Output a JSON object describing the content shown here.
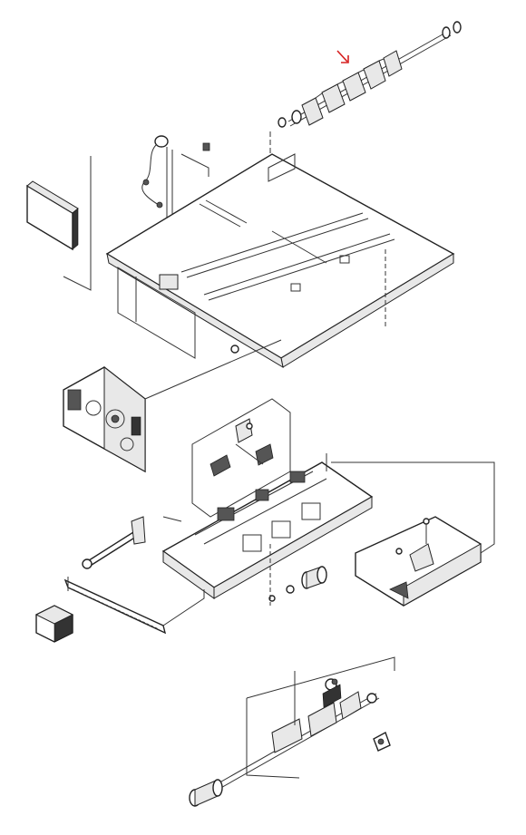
{
  "diagram": {
    "kind": "exploded-parts-view",
    "accent_color": "#d62020",
    "callout_indicator": "red-arrow",
    "parts": [
      "feed-roller-shaft",
      "tray-base-plate",
      "side-cover-panel",
      "sensor-harness",
      "drive-gear-assembly",
      "pcb-sub-assembly",
      "lifter-frame",
      "link-arm",
      "guide-rail",
      "connector-block",
      "roller-sleeve",
      "right-cover",
      "pickup-roller-shaft",
      "shaft-collar-screw"
    ]
  }
}
